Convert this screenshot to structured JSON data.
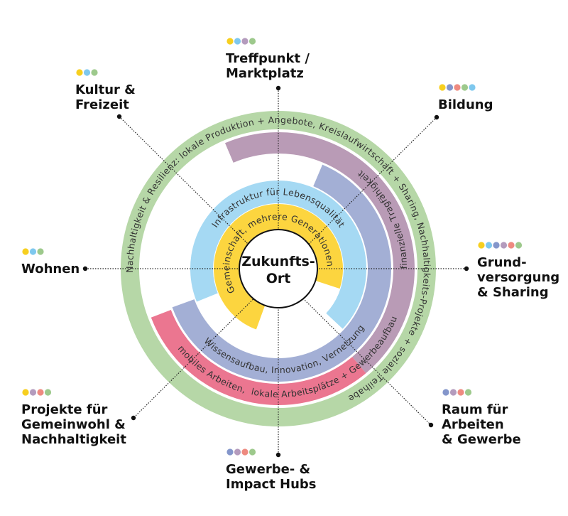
{
  "colors": {
    "yellow": "#f7cf1f",
    "blue": "#7ec8ee",
    "indigo": "#8496cb",
    "mauve": "#b49bbd",
    "salmon": "#ee8a80",
    "green": "#9dc98c"
  },
  "center": {
    "line1": "Zukunfts-",
    "line2": "Ort"
  },
  "rings": {
    "community": {
      "text": "Gemeinschaft, mehrere Generationen",
      "color": "#fcd53f"
    },
    "infrastructure": {
      "text": "Infrastruktur für Lebensqualität",
      "color": "#a5d9f3"
    },
    "knowledge": {
      "text": "Wissensaufbau, Innovation, Vernetzung",
      "color": "#a3afd5"
    },
    "finance": {
      "text": "finanzielle Tragfähigkeit",
      "color": "#b99bb6"
    },
    "work": {
      "text": "mobiles Arbeiten,  lokale Arbeitsplätze + Gewerbeaufbau",
      "color": "#eb7690"
    },
    "sustainability": {
      "text": "Nachhaltigkeit & Resilienz: lokale Produktion + Angebote, Kreislaufwirtschaft + Sharing, Nachhaltigkeits-Projekte + soziale Teilhabe",
      "color": "#b6d7a7"
    }
  },
  "labels": [
    {
      "id": "treffpunkt",
      "lines": [
        "Treffpunkt /",
        "Marktplatz"
      ],
      "dots": [
        "yellow",
        "blue",
        "mauve",
        "green"
      ]
    },
    {
      "id": "kultur",
      "lines": [
        "Kultur &",
        "Freizeit"
      ],
      "dots": [
        "yellow",
        "blue",
        "green"
      ]
    },
    {
      "id": "bildung",
      "lines": [
        "Bildung"
      ],
      "dots": [
        "yellow",
        "indigo",
        "salmon",
        "green",
        "blue"
      ]
    },
    {
      "id": "wohnen",
      "lines": [
        "Wohnen"
      ],
      "dots": [
        "yellow",
        "blue",
        "green"
      ]
    },
    {
      "id": "grundversorgung",
      "lines": [
        "Grund-",
        "versorgung",
        "& Sharing"
      ],
      "dots": [
        "yellow",
        "blue",
        "indigo",
        "mauve",
        "salmon",
        "green"
      ]
    },
    {
      "id": "projekte",
      "lines": [
        "Projekte für",
        "Gemeinwohl &",
        "Nachhaltigkeit"
      ],
      "dots": [
        "yellow",
        "mauve",
        "salmon",
        "green"
      ]
    },
    {
      "id": "gewerbe-hubs",
      "lines": [
        "Gewerbe- &",
        "Impact Hubs"
      ],
      "dots": [
        "indigo",
        "mauve",
        "salmon",
        "green"
      ]
    },
    {
      "id": "raum",
      "lines": [
        "Raum für",
        "Arbeiten",
        "& Gewerbe"
      ],
      "dots": [
        "indigo",
        "mauve",
        "salmon",
        "green"
      ]
    }
  ]
}
